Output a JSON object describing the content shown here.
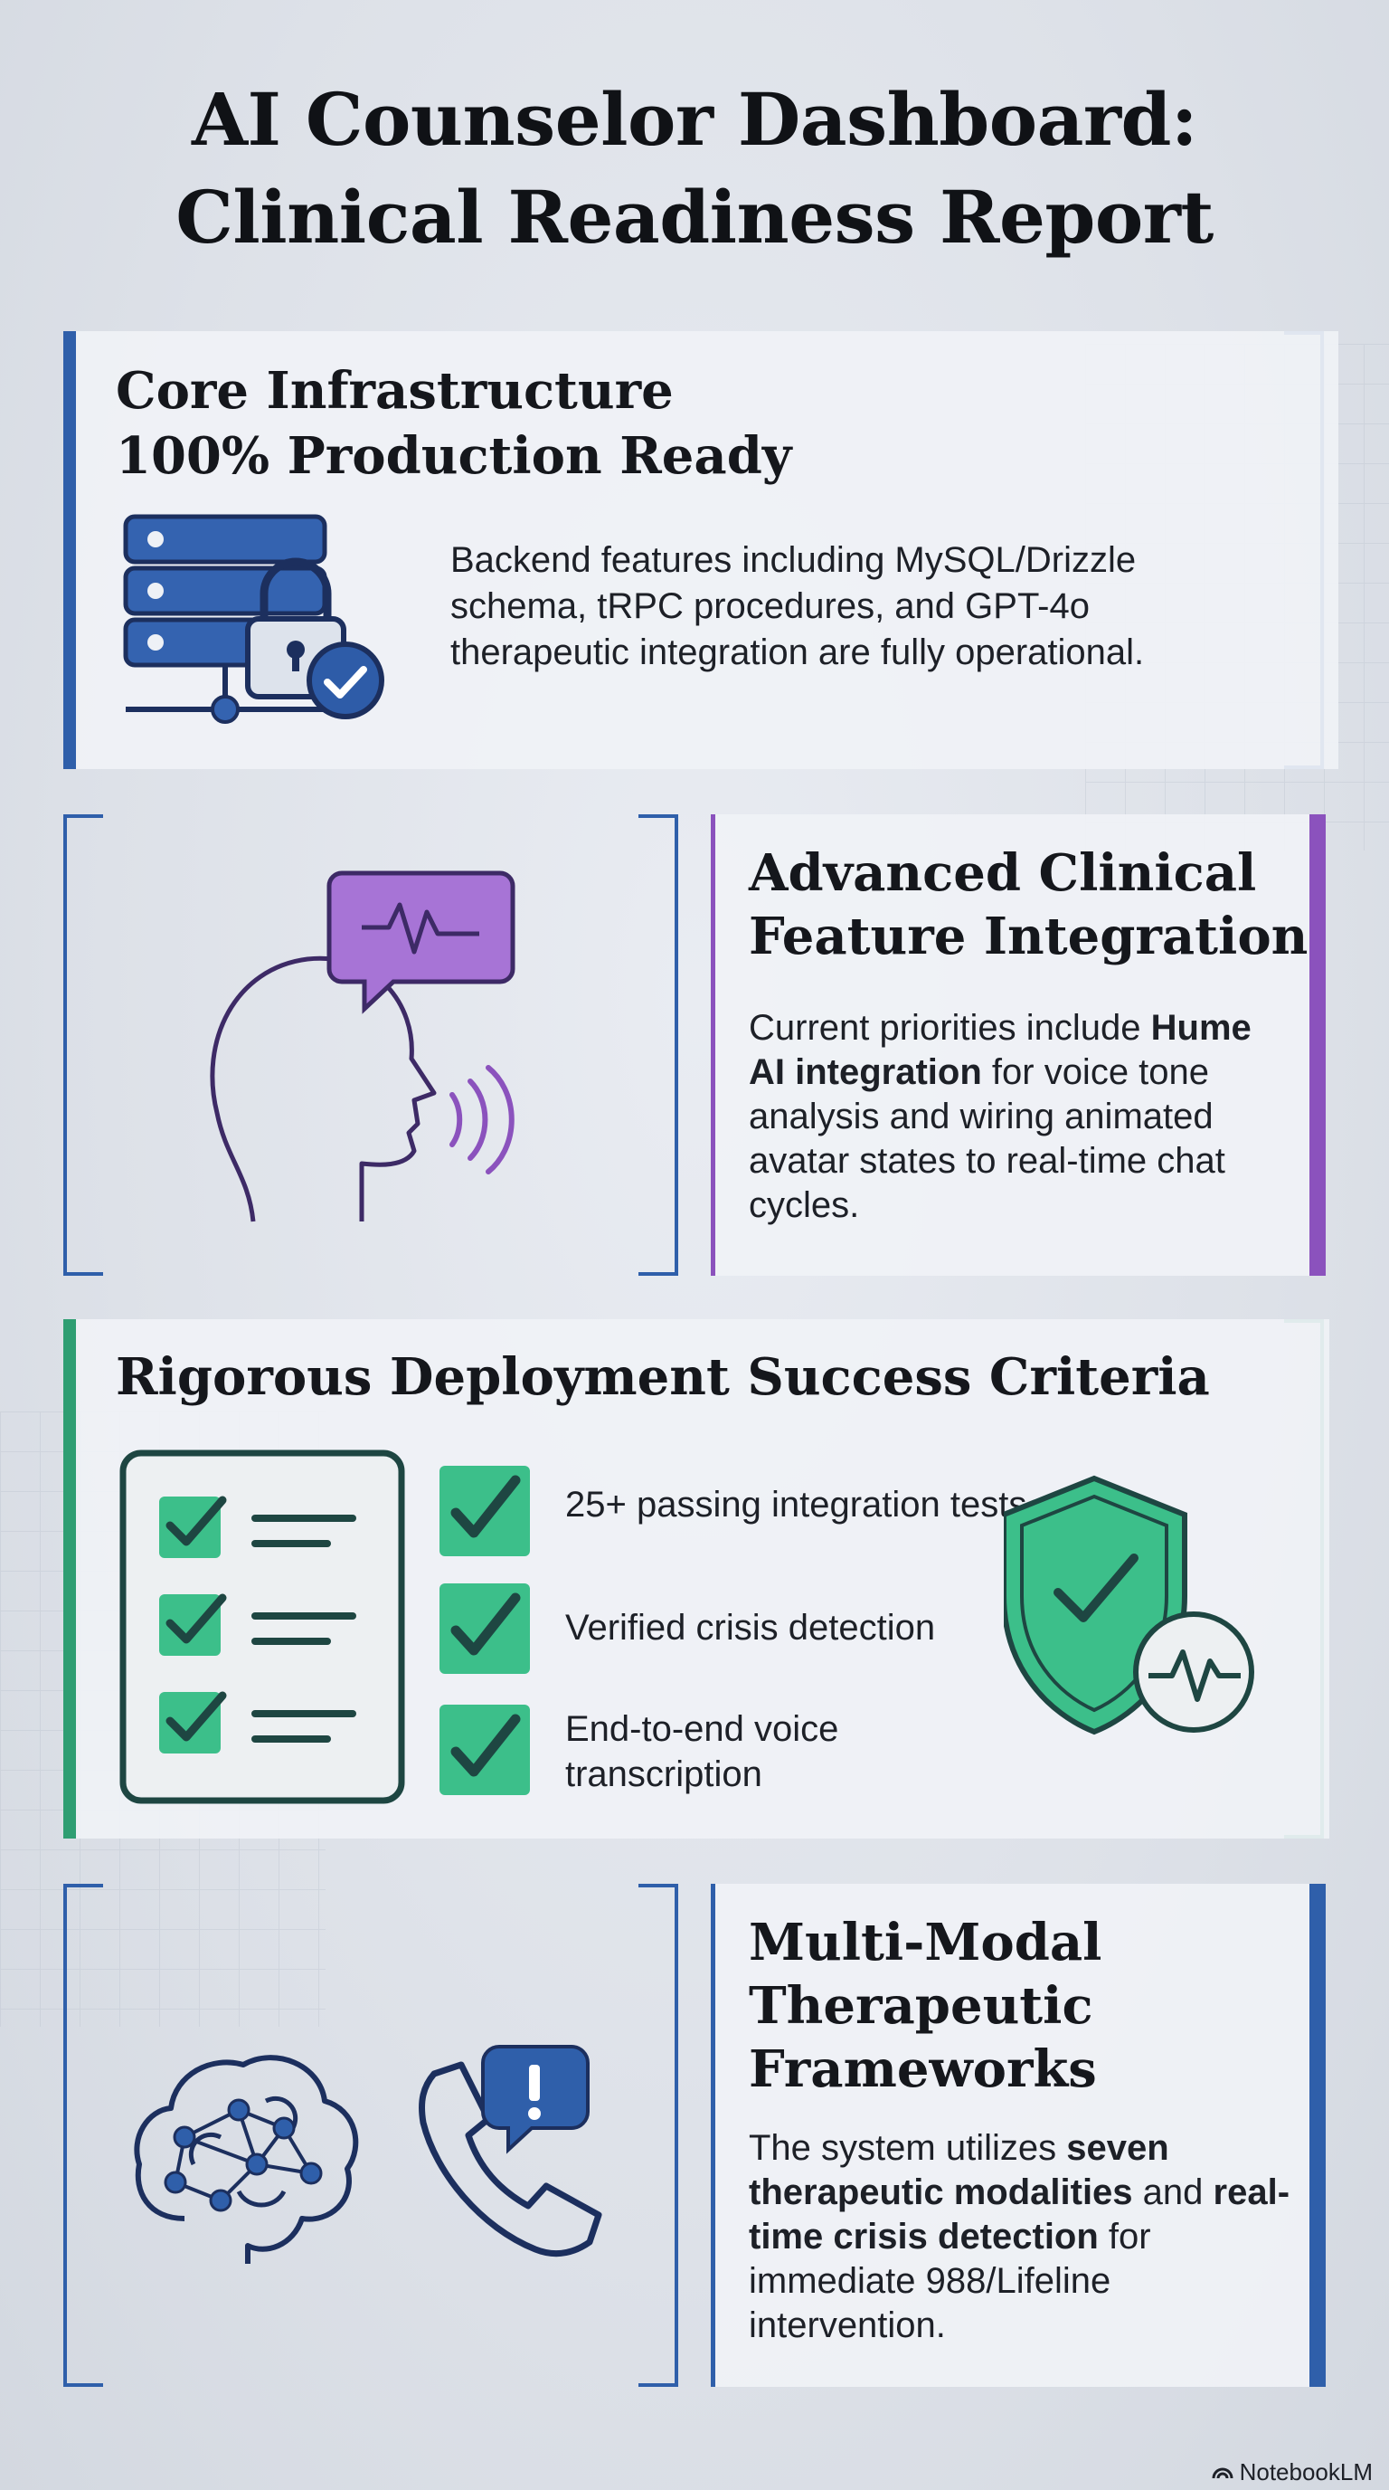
{
  "title": {
    "line1": "AI Counselor Dashboard:",
    "line2": "Clinical Readiness Report"
  },
  "core_infrastructure": {
    "heading_line1": "Core Infrastructure",
    "heading_line2": "100% Production Ready",
    "body": "Backend features including MySQL/Drizzle schema, tRPC procedures, and GPT-4o therapeutic integration are fully operational.",
    "icon": "server-lock-check-icon"
  },
  "advanced_clinical": {
    "heading_line1": "Advanced Clinical",
    "heading_line2": "Feature Integration",
    "body_pre": "Current priorities include ",
    "body_bold": "Hume AI integration",
    "body_post": " for voice tone analysis and wiring animated avatar states to real-time chat cycles.",
    "icon": "speaking-head-waveform-icon"
  },
  "deployment_criteria": {
    "heading": "Rigorous Deployment Success Criteria",
    "items": [
      "25+ passing integration tests",
      "Verified crisis detection",
      "End-to-end voice transcription"
    ],
    "icons": [
      "checklist-icon",
      "shield-heartbeat-icon"
    ]
  },
  "therapeutic_frameworks": {
    "heading_line1": "Multi-Modal",
    "heading_line2": "Therapeutic",
    "heading_line3": "Frameworks",
    "body_pre": "The system utilizes ",
    "body_bold1": "seven therapeutic modalities",
    "body_mid": " and ",
    "body_bold2": "real-time crisis detection",
    "body_post": " for immediate 988/Lifeline intervention.",
    "icons": [
      "brain-network-icon",
      "phone-alert-icon"
    ]
  },
  "footer": {
    "brand": "NotebookLM"
  },
  "colors": {
    "blue": "#2f5faa",
    "purple": "#8b52bd",
    "green": "#2f9e72",
    "navy": "#1c2f5e"
  }
}
